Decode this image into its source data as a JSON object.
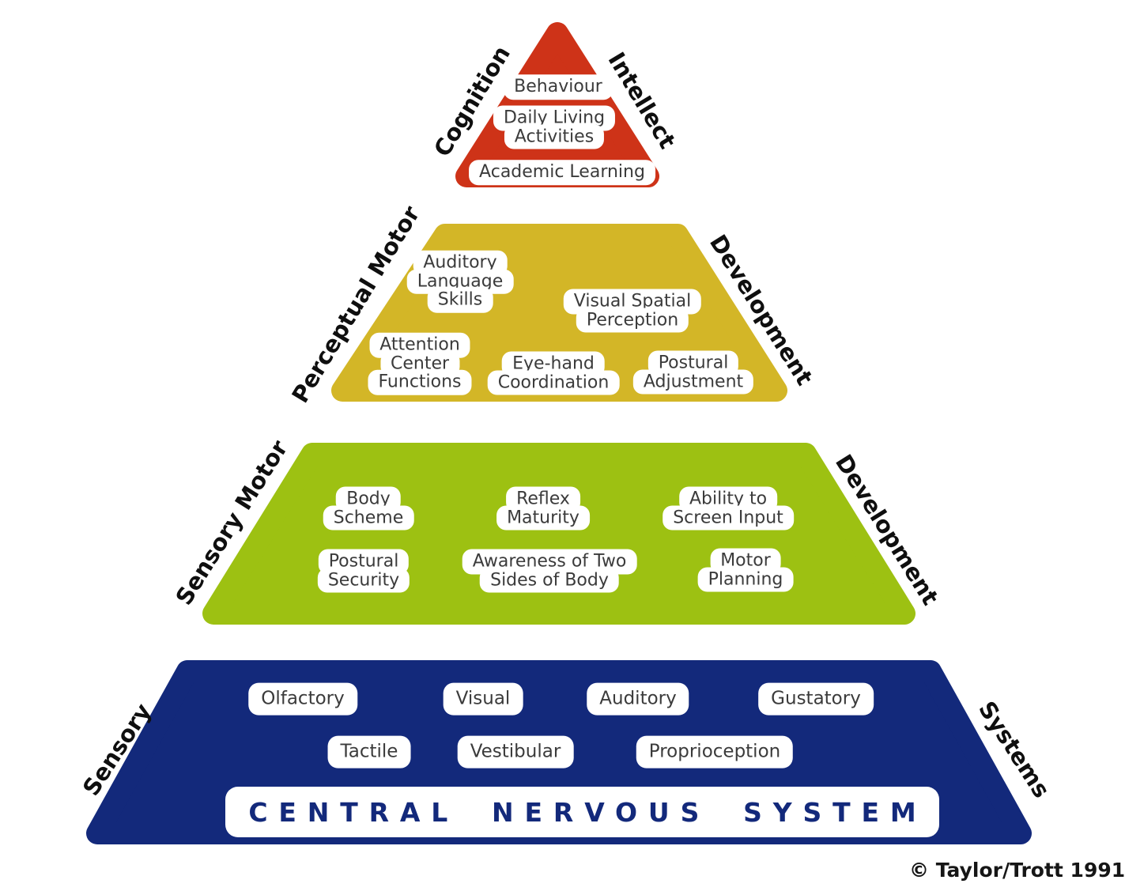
{
  "diagram": {
    "copyright": "© Taylor/Trott 1991",
    "colors": {
      "tier1_red": "#CE3318",
      "tier2_gold": "#D3B627",
      "tier3_green": "#9DC112",
      "tier4_navy": "#13297B",
      "box_background": "#FFFFFF",
      "box_text": "#3B3B3B",
      "side_label_text": "#0F0F0F",
      "cns_text": "#13297B"
    },
    "tiers": [
      {
        "left_label": "Cognition",
        "right_label": "Intellect",
        "color": "#CE3318",
        "boxes": [
          {
            "lines": [
              "Behaviour"
            ]
          },
          {
            "lines": [
              "Daily Living",
              "Activities"
            ]
          },
          {
            "lines": [
              "Academic Learning"
            ]
          }
        ]
      },
      {
        "left_label": "Perceptual Motor",
        "right_label": "Development",
        "color": "#D3B627",
        "boxes": [
          {
            "lines": [
              "Auditory",
              "Language",
              "Skills"
            ]
          },
          {
            "lines": [
              "Visual Spatial",
              "Perception"
            ]
          },
          {
            "lines": [
              "Attention",
              "Center",
              "Functions"
            ]
          },
          {
            "lines": [
              "Eye-hand",
              "Coordination"
            ]
          },
          {
            "lines": [
              "Postural",
              "Adjustment"
            ]
          }
        ]
      },
      {
        "left_label": "Sensory Motor",
        "right_label": "Development",
        "color": "#9DC112",
        "boxes": [
          {
            "lines": [
              "Body",
              "Scheme"
            ]
          },
          {
            "lines": [
              "Reflex",
              "Maturity"
            ]
          },
          {
            "lines": [
              "Ability to",
              "Screen Input"
            ]
          },
          {
            "lines": [
              "Postural",
              "Security"
            ]
          },
          {
            "lines": [
              "Awareness of Two",
              "Sides of Body"
            ]
          },
          {
            "lines": [
              "Motor",
              "Planning"
            ]
          }
        ]
      },
      {
        "left_label": "Sensory",
        "right_label": "Systems",
        "color": "#13297B",
        "boxes": [
          {
            "lines": [
              "Olfactory"
            ]
          },
          {
            "lines": [
              "Visual"
            ]
          },
          {
            "lines": [
              "Auditory"
            ]
          },
          {
            "lines": [
              "Gustatory"
            ]
          },
          {
            "lines": [
              "Tactile"
            ]
          },
          {
            "lines": [
              "Vestibular"
            ]
          },
          {
            "lines": [
              "Proprioception"
            ]
          }
        ],
        "bar_label": "CENTRAL NERVOUS SYSTEM"
      }
    ]
  }
}
